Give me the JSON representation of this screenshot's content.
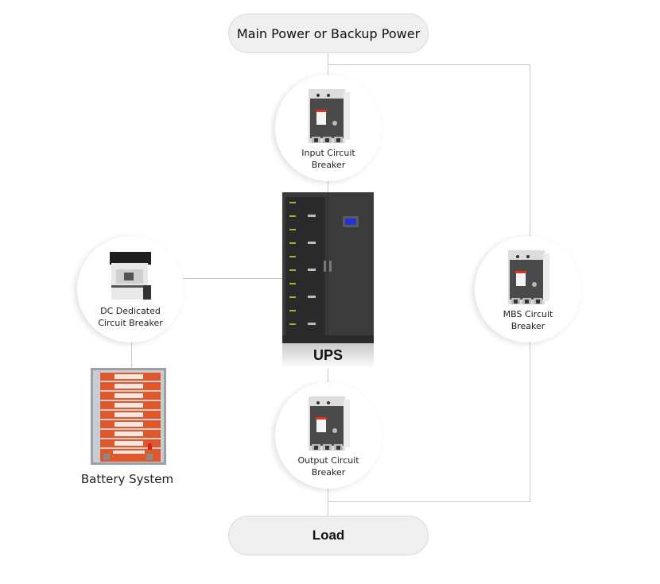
{
  "diagram": {
    "title": "UPS Power System Wiring",
    "source": {
      "label": "Main Power or Backup Power"
    },
    "load": {
      "label": "Load"
    },
    "ups": {
      "label": "UPS"
    },
    "battery": {
      "label": "Battery System"
    },
    "nodes": {
      "input_breaker": {
        "line1": "Input Circuit",
        "line2": "Breaker"
      },
      "dc_breaker": {
        "line1": "DC Dedicated",
        "line2": "Circuit Breaker"
      },
      "mbs_breaker": {
        "line1": "MBS Circuit",
        "line2": "Breaker"
      },
      "output_breaker": {
        "line1": "Output Circuit",
        "line2": "Breaker"
      }
    },
    "connections": [
      "Main Power or Backup Power -> Input Circuit Breaker",
      "Input Circuit Breaker -> UPS",
      "Main Power or Backup Power -> MBS Circuit Breaker",
      "MBS Circuit Breaker -> Load",
      "Battery System -> DC Dedicated Circuit Breaker",
      "DC Dedicated Circuit Breaker -> UPS",
      "UPS -> Output Circuit Breaker",
      "Output Circuit Breaker -> Load"
    ],
    "colors": {
      "connector": "#c8c8c8",
      "pill_fill": "#efefef",
      "battery_orange": "#e0582a",
      "ups_cabinet": "#3a3a3a",
      "ups_display": "#2233dd"
    }
  }
}
